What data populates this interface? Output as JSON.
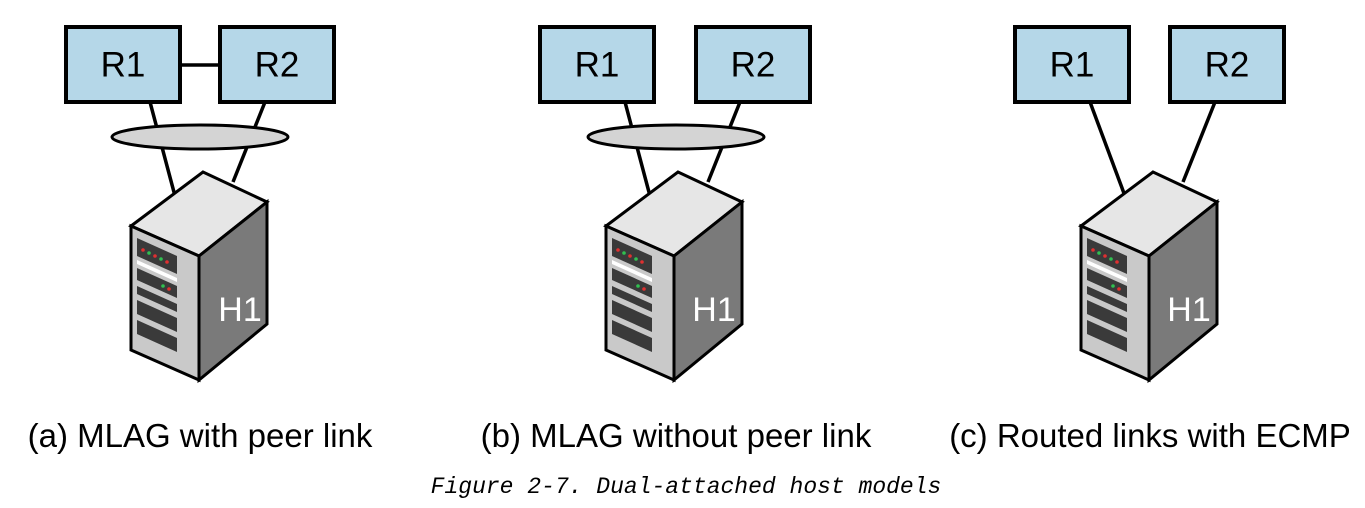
{
  "panels": [
    {
      "router_left": "R1",
      "router_right": "R2",
      "host": "H1",
      "caption": "(a) MLAG with peer link",
      "peer_link": true,
      "bond_ellipse": true
    },
    {
      "router_left": "R1",
      "router_right": "R2",
      "host": "H1",
      "caption": "(b) MLAG without peer link",
      "peer_link": false,
      "bond_ellipse": true
    },
    {
      "router_left": "R1",
      "router_right": "R2",
      "host": "H1",
      "caption": "(c) Routed links with ECMP",
      "peer_link": false,
      "bond_ellipse": false
    }
  ],
  "figure_caption": "Figure 2-7. Dual-attached host models",
  "colors": {
    "router_fill": "#b5d7e8",
    "server_front": "#c9c9c9",
    "server_side": "#7a7a7a",
    "server_top": "#e6e6e6"
  },
  "icons": {
    "host": "server-tower-icon"
  }
}
